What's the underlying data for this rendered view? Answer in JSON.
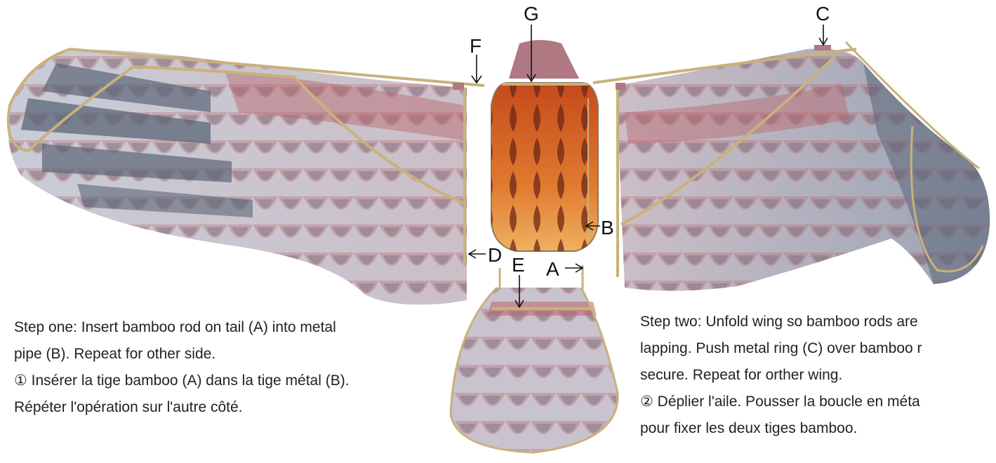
{
  "labels": {
    "a": "A",
    "b": "B",
    "c": "C",
    "d": "D",
    "e": "E",
    "f": "F",
    "g": "G"
  },
  "step_one": {
    "en_line1": "Step one: Insert bamboo rod on tail (A) into metal",
    "en_line2": "pipe (B). Repeat for other side.",
    "fr_line1": "① Insérer la tige bamboo (A) dans la tige métal (B).",
    "fr_line2": "Répéter l'opération sur l'autre côté."
  },
  "step_two": {
    "en_line1": "Step two: Unfold wing so bamboo rods are",
    "en_line2": "lapping. Push metal ring (C) over bamboo r",
    "en_line3": "secure. Repeat for orther wing.",
    "fr_line1": "② Déplier l'aile. Pousser la boucle en méta",
    "fr_line2": "pour fixer les deux tiges bamboo."
  },
  "colors": {
    "wing_fill": "#c9c3cf",
    "feather_dark": "#5b6577",
    "feather_red": "#b9646a",
    "bamboo": "#c8b27a",
    "body_orange": "#d2632a",
    "body_dark": "#6e2618",
    "metal_pink": "#b07882"
  }
}
